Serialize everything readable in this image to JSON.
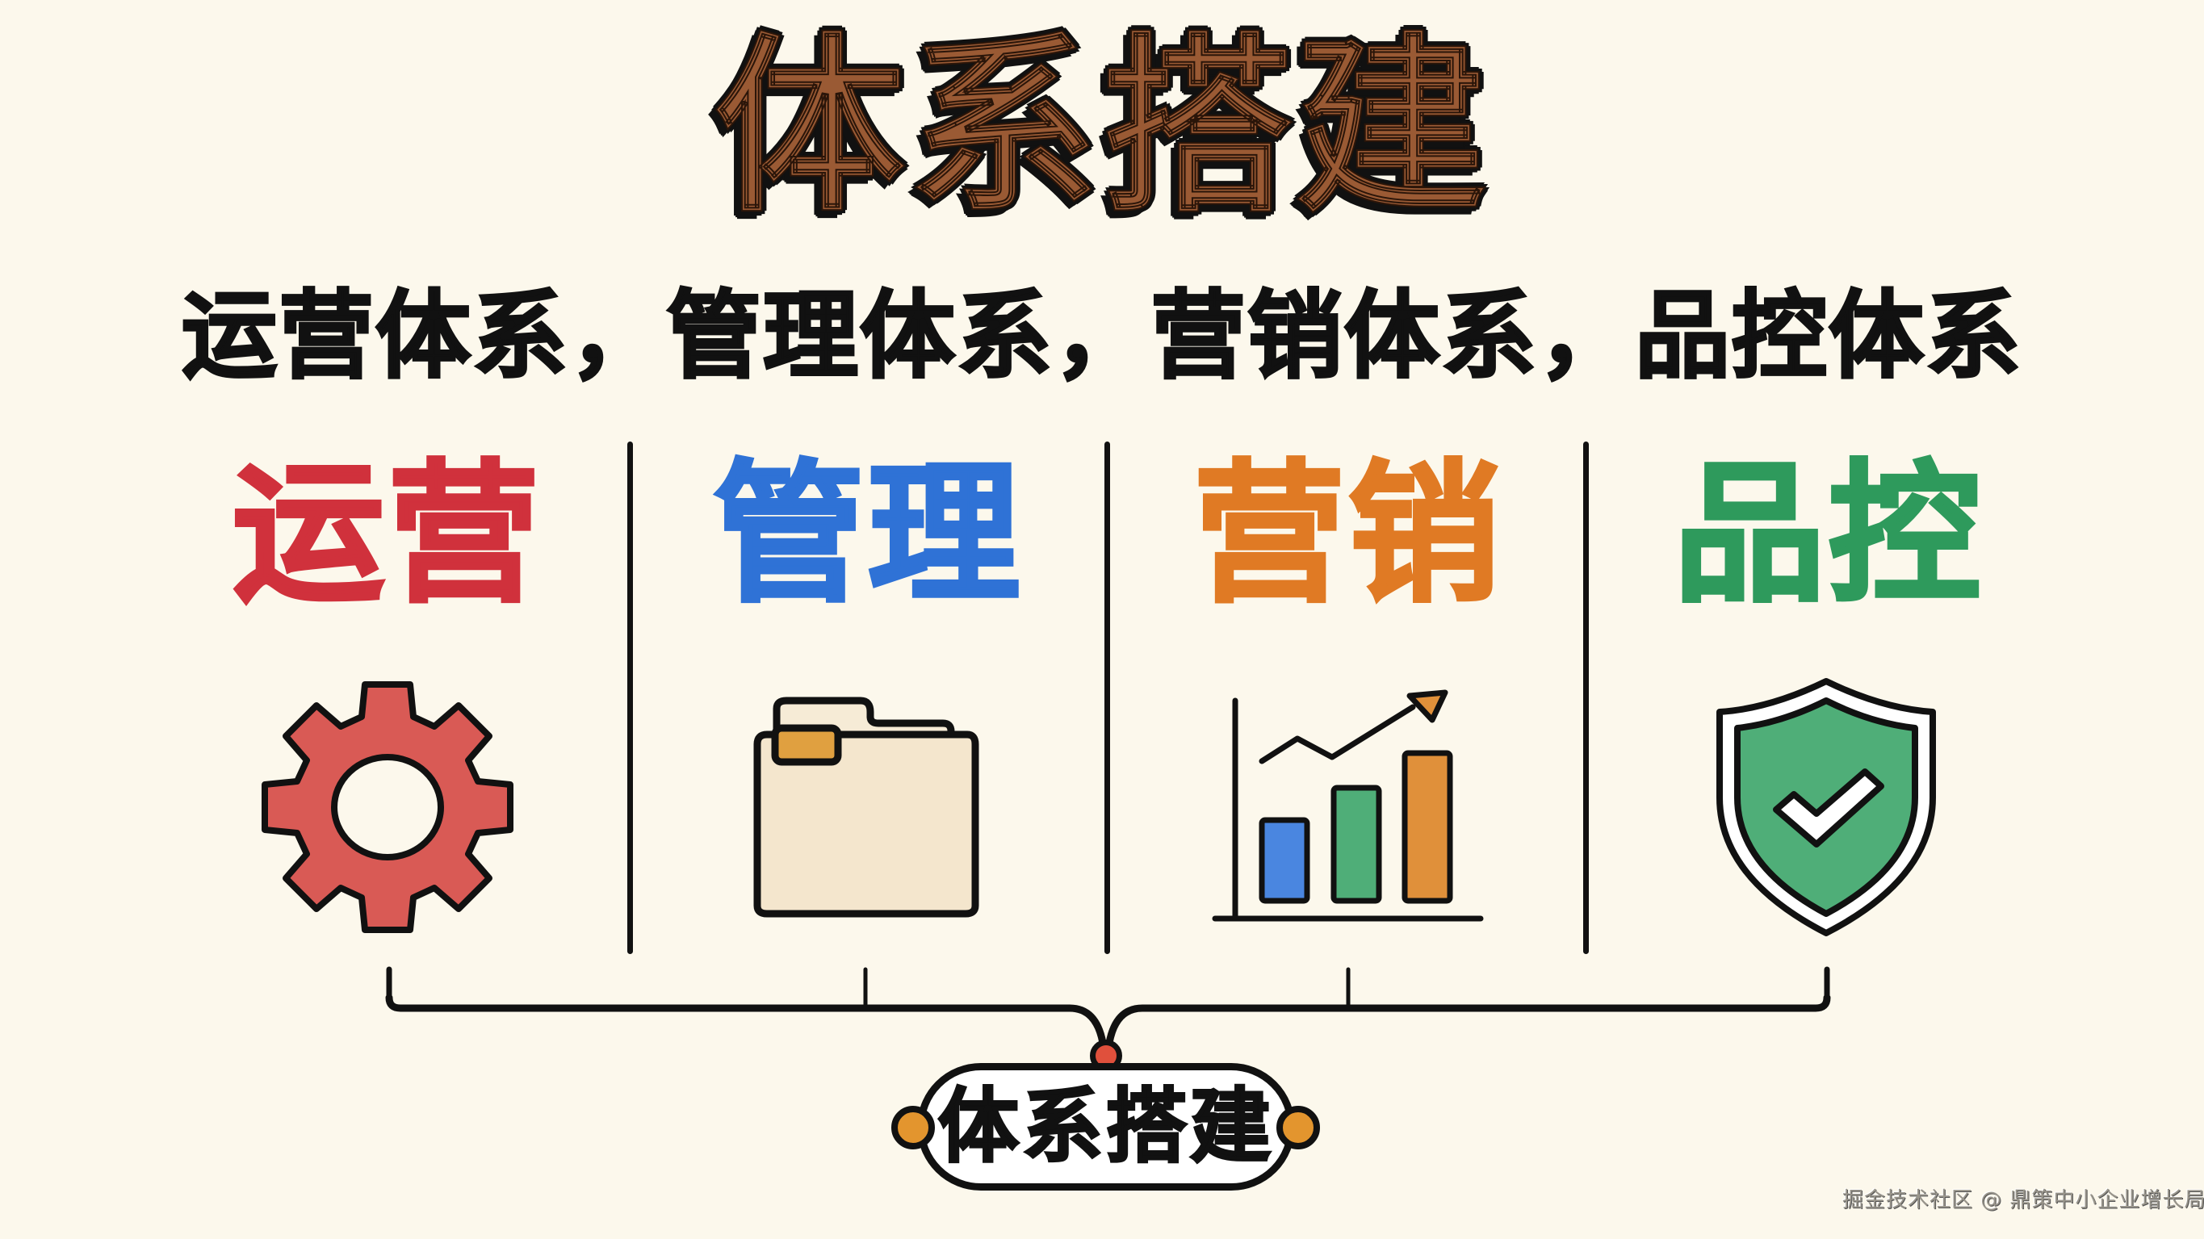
{
  "title": "体系搭建",
  "subtitle": "运营体系，管理体系，营销体系，品控体系",
  "columns": [
    {
      "label": "运营",
      "color": "#d0313c",
      "icon": "gear-icon",
      "icon_fill": "#d95a55"
    },
    {
      "label": "管理",
      "color": "#2f72d6",
      "icon": "folder-icon",
      "icon_fill": "#f4e6cd",
      "tab_fill": "#e0a040"
    },
    {
      "label": "营销",
      "color": "#e07a24",
      "icon": "bar-chart-growth-icon",
      "bars": [
        "#4a86e0",
        "#4fae78",
        "#e0903a"
      ]
    },
    {
      "label": "品控",
      "color": "#2e9a5c",
      "icon": "shield-check-icon",
      "icon_fill": "#4fae78"
    }
  ],
  "summary": {
    "label": "体系搭建",
    "connector_dot_color": "#e0503c",
    "side_dot_color": "#e3952e"
  },
  "watermark": "掘金技术社区 @ 鼎策中小企业增长局",
  "colors": {
    "background": "#fcf8ec",
    "title": "#9a5a34",
    "outline": "#111111"
  }
}
